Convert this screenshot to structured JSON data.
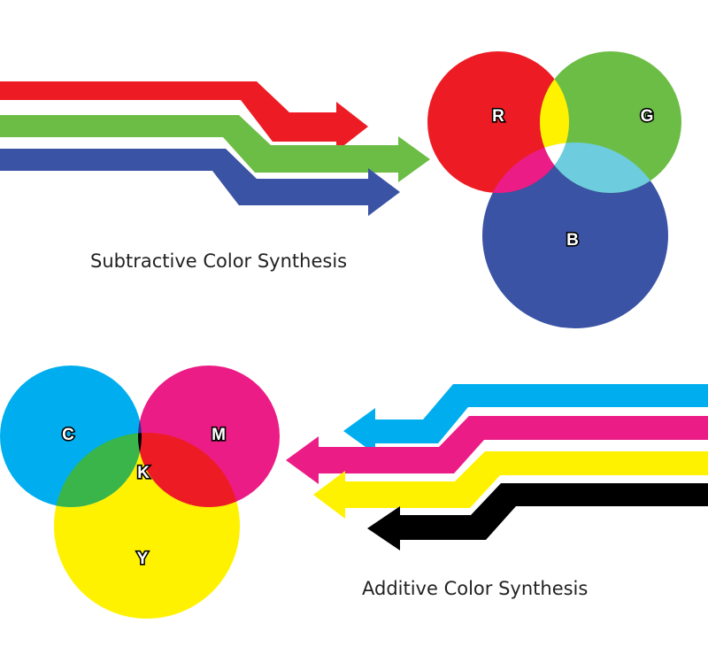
{
  "top_panel": {
    "caption": "Subtractive Color Synthesis",
    "letters": {
      "red": "R",
      "green": "G",
      "blue": "B"
    },
    "colors": {
      "red": "#ED1C24",
      "green": "#6CBD45",
      "blue": "#3A53A4",
      "red_green": "#FFF200",
      "green_blue": "#6DCCDD",
      "red_blue": "#EC1C86",
      "center": "#FFFFFF"
    }
  },
  "bottom_panel": {
    "caption": "Additive Color Synthesis",
    "letters": {
      "cyan": "C",
      "magenta": "M",
      "yellow": "Y",
      "black": "K"
    },
    "colors": {
      "cyan": "#00AEEF",
      "magenta": "#EC1C86",
      "yellow": "#FFF200",
      "black": "#000000",
      "cyan_magenta": "#2E3192",
      "magenta_yellow": "#ED1C24",
      "cyan_yellow": "#39B54A",
      "center": "#000000"
    }
  }
}
